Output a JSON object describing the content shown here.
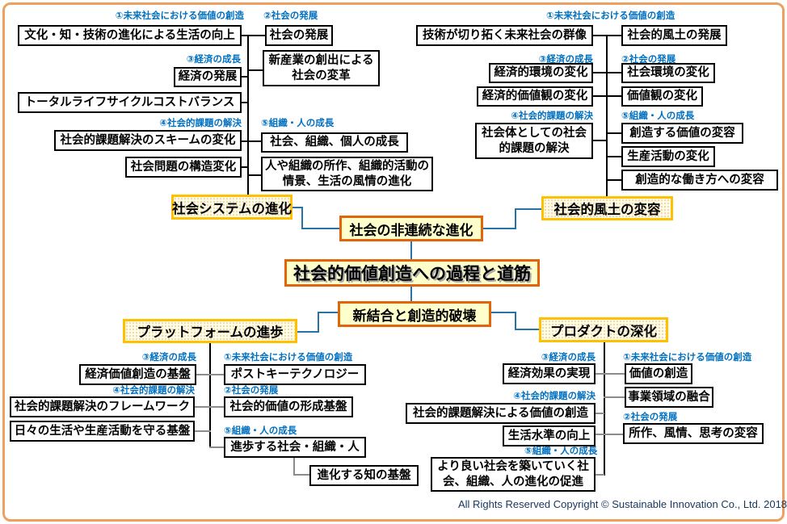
{
  "title": "社会的価値創造への過程と道筋",
  "colors": {
    "frame_orange": "#EDA05F",
    "hub_border_gold": "#FFC000",
    "center_border_orange": "#E2650C",
    "center_fill_cream": "#FFFFCC",
    "category_label_blue": "#0070C0",
    "connector_blue": "#2573A7",
    "connector_gray": "#8C8C8C",
    "connector_black": "#000000"
  },
  "categories": {
    "c1": "①未来社会における価値の創造",
    "c2": "②社会の発展",
    "c3": "③経済の成長",
    "c4": "④社会的課題の解決",
    "c5": "⑤組織・人の成長"
  },
  "center": {
    "title": "社会的価値創造への過程と道筋",
    "top": "社会の非連続な進化",
    "bottom": "新結合と創造的破壊"
  },
  "hubs": {
    "top_left": "社会システムの進化",
    "top_right": "社会的風土の変容",
    "bottom_left": "プラットフォームの進歩",
    "bottom_right": "プロダクトの深化"
  },
  "top_left": {
    "b1": "文化・知・技術の進化による生活の向上",
    "b2": "社会の発展",
    "b3": "新産業の創出による社会の変革",
    "b4": "経済の発展",
    "b5": "トータルライフサイクルコストバランス",
    "b6": "社会的課題解決のスキームの変化",
    "b7": "社会、組織、個人の成長",
    "b8": "社会問題の構造変化",
    "b9": "人や組織の所作、組織的活動の情景、生活の風情の進化"
  },
  "top_right": {
    "b1": "技術が切り拓く未来社会の群像",
    "b2": "社会的風土の発展",
    "b3": "経済的環境の変化",
    "b4": "社会環境の変化",
    "b5": "経済的価値観の変化",
    "b6": "価値観の変化",
    "b7": "社会体としての社会的課題の解決",
    "b8": "創造する価値の変容",
    "b9": "生産活動の変化",
    "b10": "創造的な働き方への変容"
  },
  "bottom_left": {
    "b1": "経済価値創造の基盤",
    "b2": "ポストキーテクノロジー",
    "b3": "社会的課題解決のフレームワーク",
    "b4": "社会的価値の形成基盤",
    "b5": "日々の生活や生産活動を守る基盤",
    "b6": "進歩する社会・組織・人",
    "b7": "進化する知の基盤"
  },
  "bottom_right": {
    "b1": "経済効果の実現",
    "b2": "価値の創造",
    "b3": "事業領域の融合",
    "b4": "社会的課題解決による価値の創造",
    "b5": "生活水準の向上",
    "b6": "所作、風情、思考の変容",
    "b7": "より良い社会を築いていく社会、組織、人の進化の促進"
  },
  "footer": "All Rights Reserved Copyright © Sustainable Innovation Co., Ltd.  2018"
}
